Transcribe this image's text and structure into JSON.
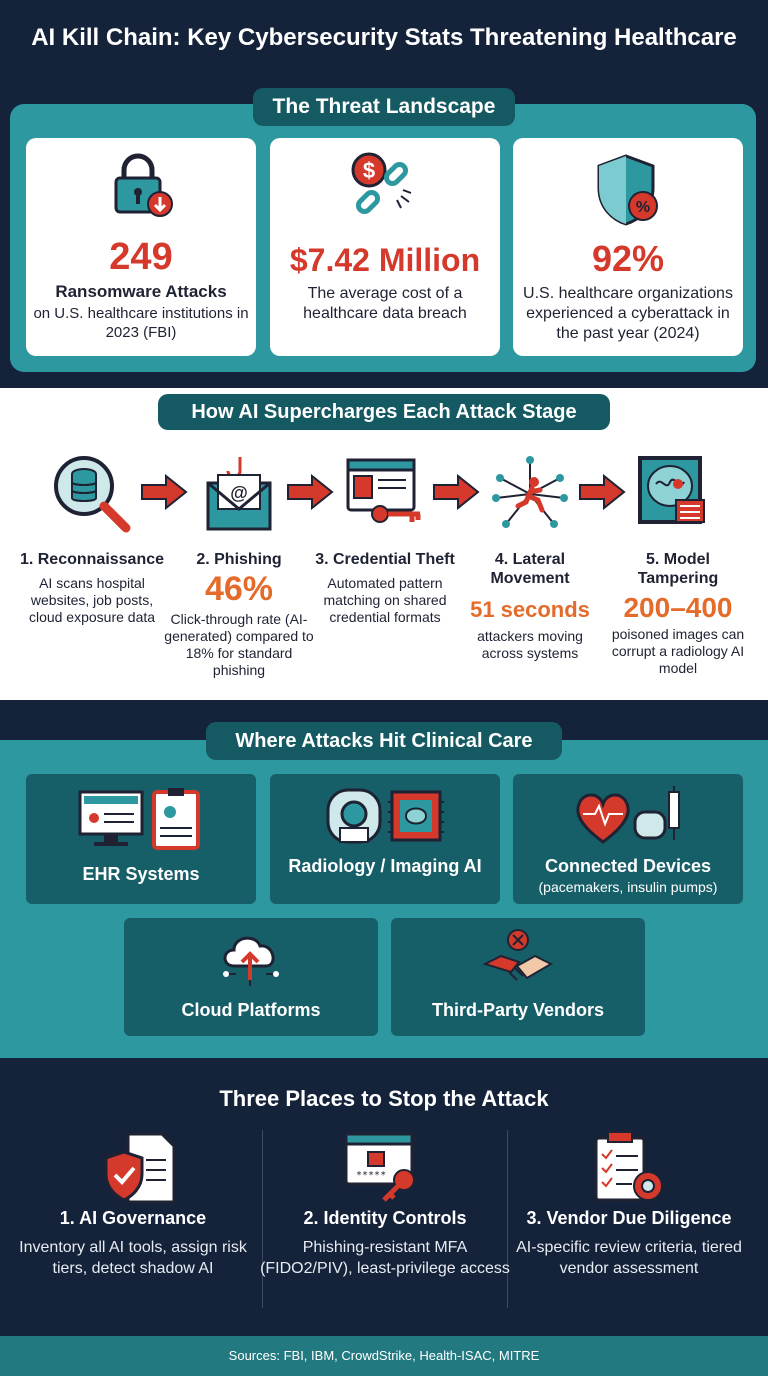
{
  "title": "AI Kill Chain: Key Cybersecurity Stats Threatening Healthcare",
  "threat": {
    "heading": "The Threat Landscape",
    "cards": [
      {
        "value": "249",
        "label": "Ransomware Attacks",
        "text": "on U.S. healthcare institutions in 2023 (FBI)",
        "icon": "lock-icon"
      },
      {
        "value": "$7.42 Million",
        "label": "",
        "text": "The average cost of a healthcare data breach",
        "icon": "broken-chain-icon"
      },
      {
        "value": "92%",
        "label": "",
        "text": "U.S. healthcare organizations experienced a cyberattack in the past year (2024)",
        "icon": "shield-percent-icon"
      }
    ]
  },
  "stages": {
    "heading": "How AI Supercharges Each Attack Stage",
    "items": [
      {
        "title": "1. Reconnaissance",
        "value": "",
        "desc": "AI scans hospital websites, job posts, cloud exposure data",
        "icon": "magnifier-database-icon"
      },
      {
        "title": "2. Phishing",
        "value": "46%",
        "desc": "Click-through rate (AI-generated) compared to 18% for standard phishing",
        "icon": "envelope-hook-icon"
      },
      {
        "title": "3. Credential Theft",
        "value": "",
        "desc": "Automated pattern matching on shared credential formats",
        "icon": "id-card-key-icon"
      },
      {
        "title": "4. Lateral Movement",
        "value": "51 seconds",
        "desc": "attackers moving across systems",
        "icon": "running-network-icon"
      },
      {
        "title": "5. Model Tampering",
        "value": "200–400",
        "desc": "poisoned images can corrupt a radiology AI model",
        "icon": "brain-scan-icon"
      }
    ]
  },
  "clinical": {
    "heading": "Where Attacks Hit Clinical Care",
    "cards": [
      {
        "label": "EHR Systems",
        "sub": "",
        "icon": "monitor-record-icon"
      },
      {
        "label": "Radiology / Imaging AI",
        "sub": "",
        "icon": "scanner-chip-icon"
      },
      {
        "label": "Connected Devices",
        "sub": "(pacemakers, insulin pumps)",
        "icon": "heart-pump-icon"
      },
      {
        "label": "Cloud Platforms",
        "sub": "",
        "icon": "cloud-upload-icon"
      },
      {
        "label": "Third-Party Vendors",
        "sub": "",
        "icon": "handshake-icon"
      }
    ]
  },
  "stop": {
    "heading": "Three Places to Stop the Attack",
    "items": [
      {
        "title": "1. AI Governance",
        "desc": "Inventory all AI tools, assign risk tiers, detect shadow AI",
        "icon": "shield-document-icon"
      },
      {
        "title": "2. Identity Controls",
        "desc": "Phishing-resistant MFA (FIDO2/PIV), least-privilege access",
        "icon": "login-key-icon"
      },
      {
        "title": "3. Vendor Due Diligence",
        "desc": "AI-specific review criteria, tiered vendor assessment",
        "icon": "checklist-gear-icon"
      }
    ]
  },
  "footer": "Sources: FBI, IBM, CrowdStrike, Health-ISAC, MITRE",
  "colors": {
    "navy": "#14223a",
    "teal": "#2d98a0",
    "dark_teal": "#155a63",
    "red": "#d5392c",
    "orange": "#e46b2a"
  }
}
